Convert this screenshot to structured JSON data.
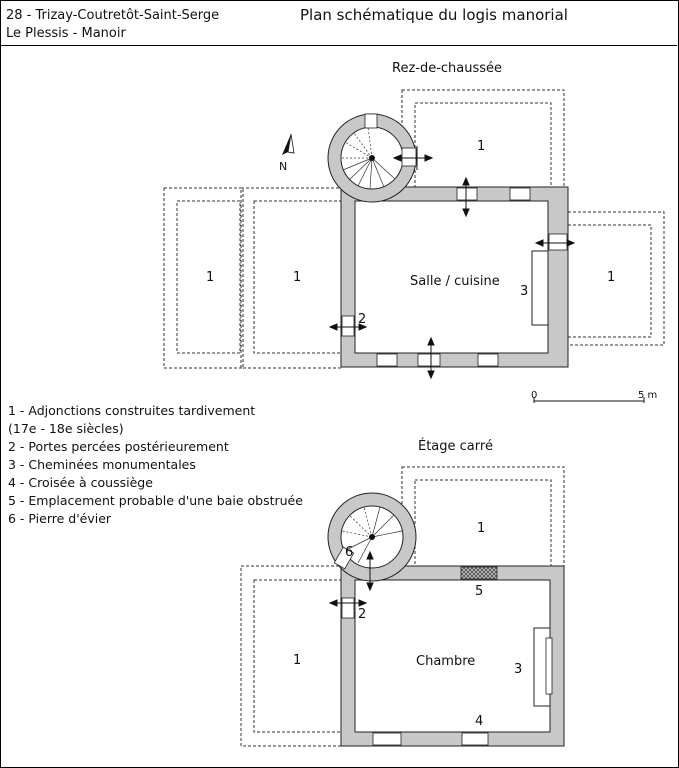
{
  "header": {
    "location": "28 - Trizay-Coutretôt-Saint-Serge",
    "site": "Le Plessis - Manoir",
    "title": "Plan schématique du logis manorial"
  },
  "plans": {
    "ground": {
      "title": "Rez-de-chaussée",
      "room_label": "Salle / cuisine",
      "annex_labels": [
        "1",
        "1",
        "1",
        "1"
      ],
      "door_label": "2",
      "fireplace_label": "3"
    },
    "upper": {
      "title": "Étage carré",
      "room_label": "Chambre",
      "annex_labels": [
        "1",
        "1"
      ],
      "door_label": "2",
      "fireplace_label": "3",
      "window_label": "4",
      "blocked_bay_label": "5",
      "sink_label": "6"
    }
  },
  "north": "N",
  "scale": {
    "zero": "0",
    "max": "5 m"
  },
  "legend": [
    "1 - Adjonctions construites tardivement",
    "(17e - 18e siècles)",
    "2 - Portes percées postérieurement",
    "3 - Cheminées monumentales",
    "4 - Croisée à coussiège",
    "5 - Emplacement probable d'une baie obstruée",
    "6 - Pierre d'évier"
  ]
}
